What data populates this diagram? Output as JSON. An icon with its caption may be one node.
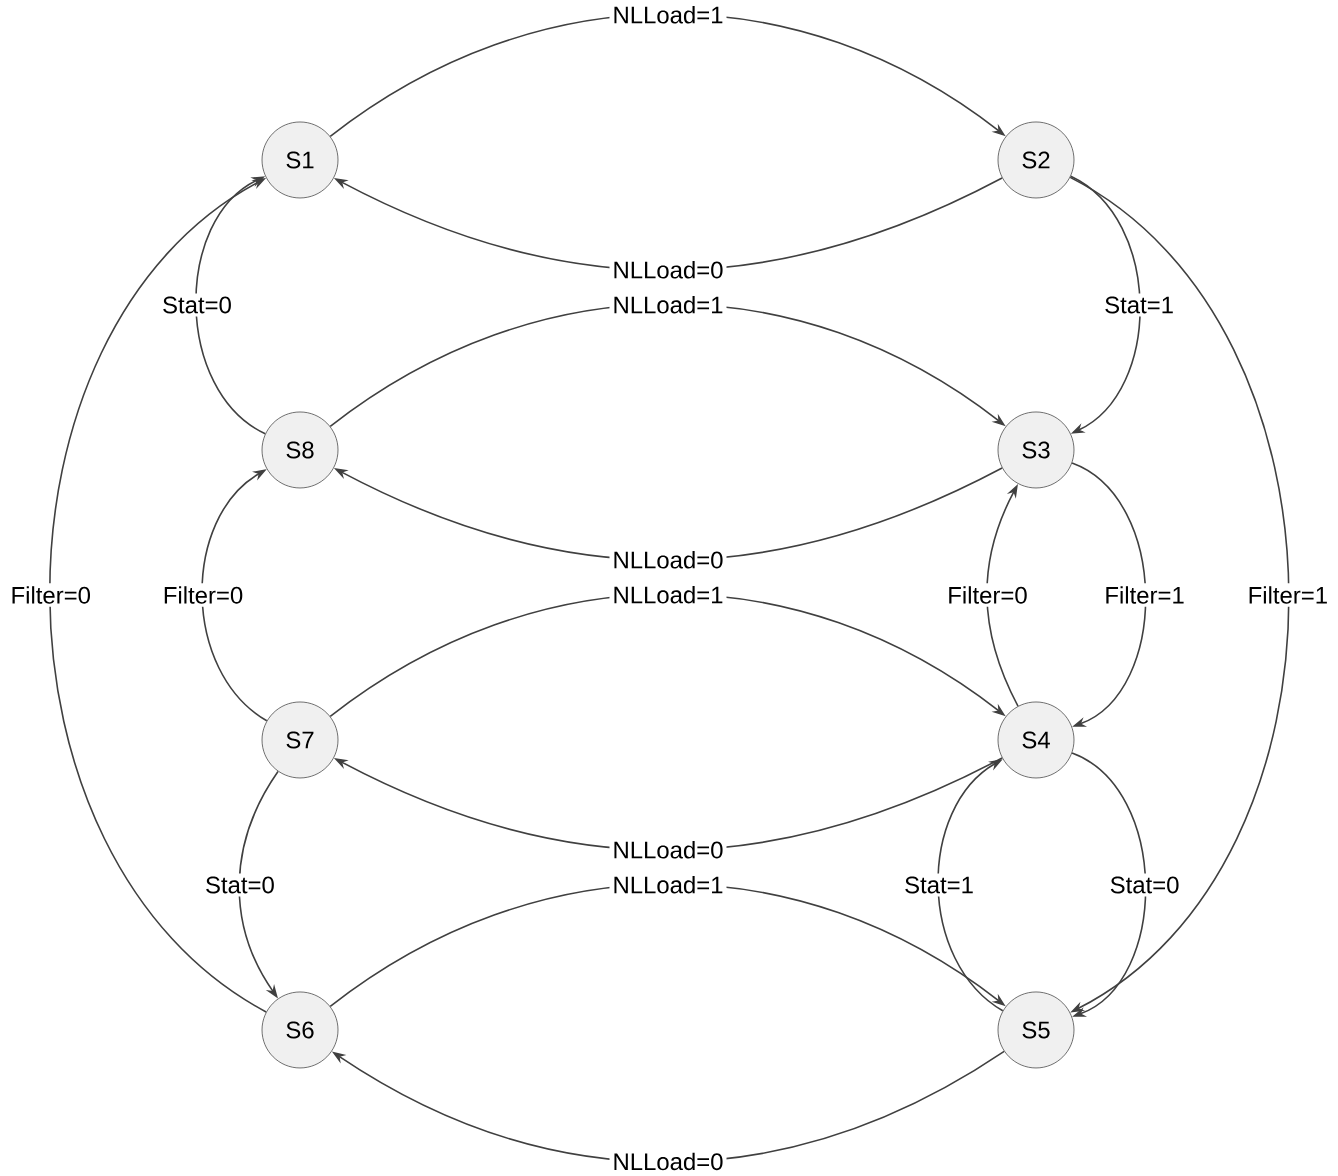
{
  "diagram": {
    "nodes": [
      {
        "text": [
          "S1"
        ]
      },
      {
        "text": [
          "S2"
        ]
      },
      {
        "text": [
          "S8"
        ]
      },
      {
        "text": [
          "S3"
        ]
      },
      {
        "text": [
          "S7"
        ]
      },
      {
        "text": [
          "S4"
        ]
      },
      {
        "text": [
          "S6"
        ]
      },
      {
        "text": [
          "S5"
        ]
      }
    ],
    "edges": [
      {
        "from": 0,
        "to": 1,
        "arrow": "to",
        "label": "NLLoad=1"
      },
      {
        "from": 1,
        "to": 0,
        "arrow": "to",
        "label": "NLLoad=0"
      },
      {
        "from": 2,
        "to": 3,
        "arrow": "to",
        "label": "NLLoad=1"
      },
      {
        "from": 3,
        "to": 2,
        "arrow": "to",
        "label": "NLLoad=0"
      },
      {
        "from": 4,
        "to": 5,
        "arrow": "to",
        "label": "NLLoad=1"
      },
      {
        "from": 5,
        "to": 4,
        "arrow": "to",
        "label": "NLLoad=0"
      },
      {
        "from": 6,
        "to": 7,
        "arrow": "to",
        "label": "NLLoad=1"
      },
      {
        "from": 7,
        "to": 6,
        "arrow": "to",
        "label": "NLLoad=0"
      },
      {
        "from": 2,
        "to": 0,
        "arrow": "to",
        "label": "Stat=0"
      },
      {
        "from": 1,
        "to": 3,
        "arrow": "to",
        "label": "Stat=1"
      },
      {
        "from": 1,
        "to": 7,
        "arrow": "to",
        "label": "Filter=1"
      },
      {
        "from": 3,
        "to": 5,
        "arrow": "to",
        "label": "Filter=1"
      },
      {
        "from": 5,
        "to": 3,
        "arrow": "to",
        "label": "Filter=0"
      },
      {
        "from": 4,
        "to": 2,
        "arrow": "to",
        "label": "Filter=0"
      },
      {
        "from": 6,
        "to": 0,
        "arrow": "to",
        "label": "Filter=0"
      },
      {
        "from": 4,
        "to": 6,
        "arrow": "to",
        "label": "Stat=0"
      },
      {
        "from": 7,
        "to": 5,
        "arrow": "to",
        "label": "Stat=1"
      },
      {
        "from": 5,
        "to": 7,
        "arrow": "to",
        "label": "Stat=0"
      }
    ]
  }
}
